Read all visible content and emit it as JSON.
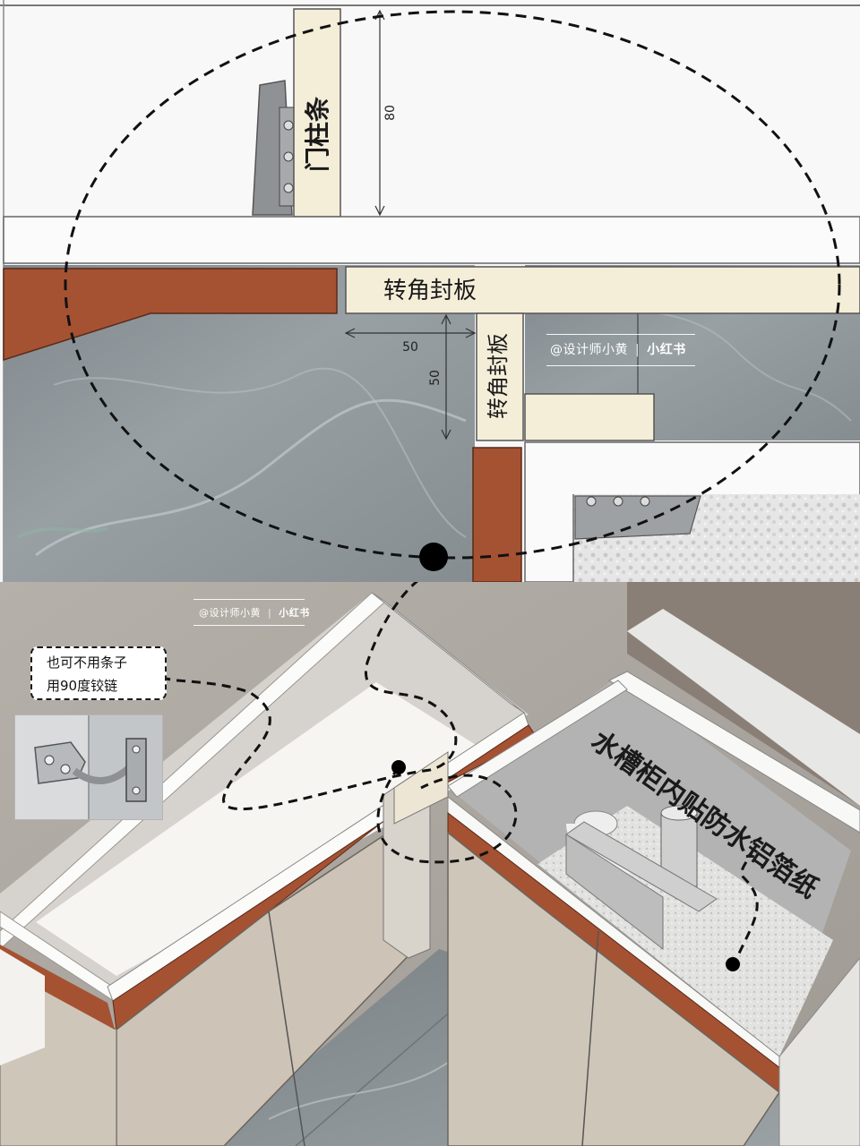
{
  "top_diagram": {
    "door_post_label": "门柱条",
    "corner_panel_horizontal_label": "转角封板",
    "corner_panel_vertical_label": "转角封板",
    "dimension_height": "80",
    "dimension_horizontal": "50",
    "dimension_vertical": "50"
  },
  "bottom_diagram": {
    "note_line_1": "也可不用条子",
    "note_line_2": "用90度铰链",
    "sink_cabinet_label": "水槽柜内贴防水铝箔纸"
  },
  "watermark": {
    "handle": "@设计师小黄",
    "separator": "|",
    "brand": "小红书"
  },
  "colors": {
    "wood_edge": "#a55233",
    "panel_cream": "#f4eed9",
    "marble": "#8e959a",
    "dashed_line": "#111111"
  }
}
